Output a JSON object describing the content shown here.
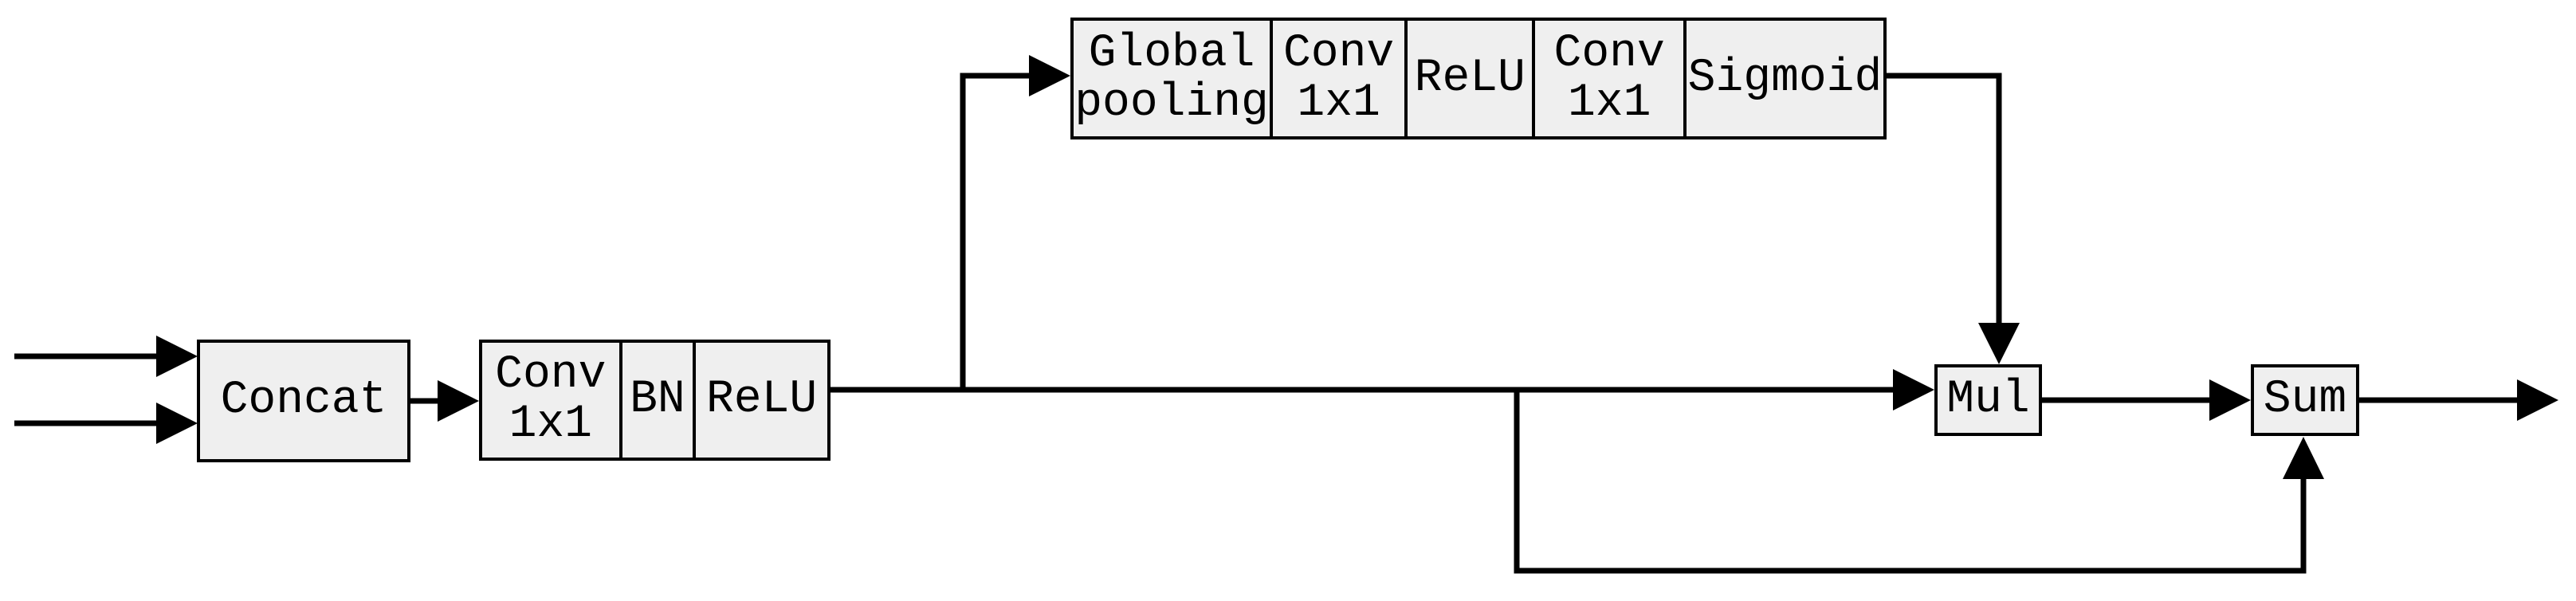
{
  "colors": {
    "background": "#ffffff",
    "box_fill": "#efefef",
    "box_border": "#000000",
    "connector": "#000000"
  },
  "trunk": {
    "concat_label": "Concat",
    "conv_block_cells": [
      {
        "line1": "Conv",
        "line2": "1x1"
      },
      {
        "line1": "BN"
      },
      {
        "line1": "ReLU"
      }
    ],
    "mul_label": "Mul",
    "sum_label": "Sum"
  },
  "attention_branch": {
    "cells": [
      {
        "line1": "Global",
        "line2": "pooling"
      },
      {
        "line1": "Conv",
        "line2": "1x1"
      },
      {
        "line1": "ReLU"
      },
      {
        "line1": "Conv",
        "line2": "1x1"
      },
      {
        "line1": "Sigmoid"
      }
    ]
  }
}
